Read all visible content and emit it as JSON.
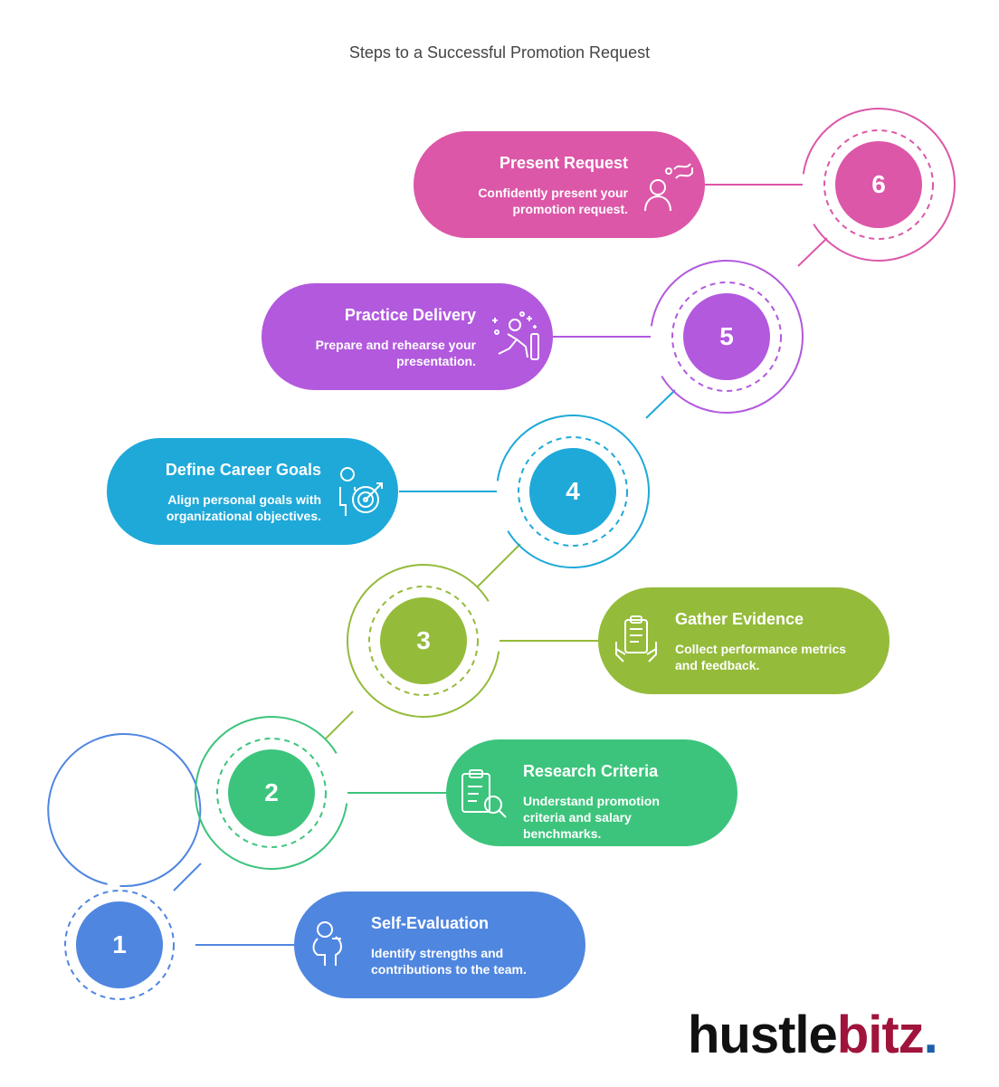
{
  "title": "Steps to a Successful Promotion Request",
  "steps": [
    {
      "number": "1",
      "title": "Self-Evaluation",
      "desc": "Identify strengths and contributions to the team.",
      "icon": "person-head-icon",
      "color": "#4f86e0"
    },
    {
      "number": "2",
      "title": "Research Criteria",
      "desc": "Understand promotion criteria and salary benchmarks.",
      "icon": "clipboard-search-icon",
      "color": "#3cc47c"
    },
    {
      "number": "3",
      "title": "Gather Evidence",
      "desc": "Collect performance metrics and feedback.",
      "icon": "hands-clipboard-icon",
      "color": "#94bb3a"
    },
    {
      "number": "4",
      "title": "Define Career Goals",
      "desc": "Align personal goals with organizational objectives.",
      "icon": "person-target-icon",
      "color": "#1ea9d9"
    },
    {
      "number": "5",
      "title": "Practice Delivery",
      "desc": "Prepare and rehearse your presentation.",
      "icon": "person-stars-icon",
      "color": "#b259de"
    },
    {
      "number": "6",
      "title": "Present Request",
      "desc": "Confidently present your promotion request.",
      "icon": "person-speech-icon",
      "color": "#dc57a8"
    }
  ],
  "logo": {
    "part1": "hustle",
    "part2": "bitz",
    "dot": "."
  }
}
